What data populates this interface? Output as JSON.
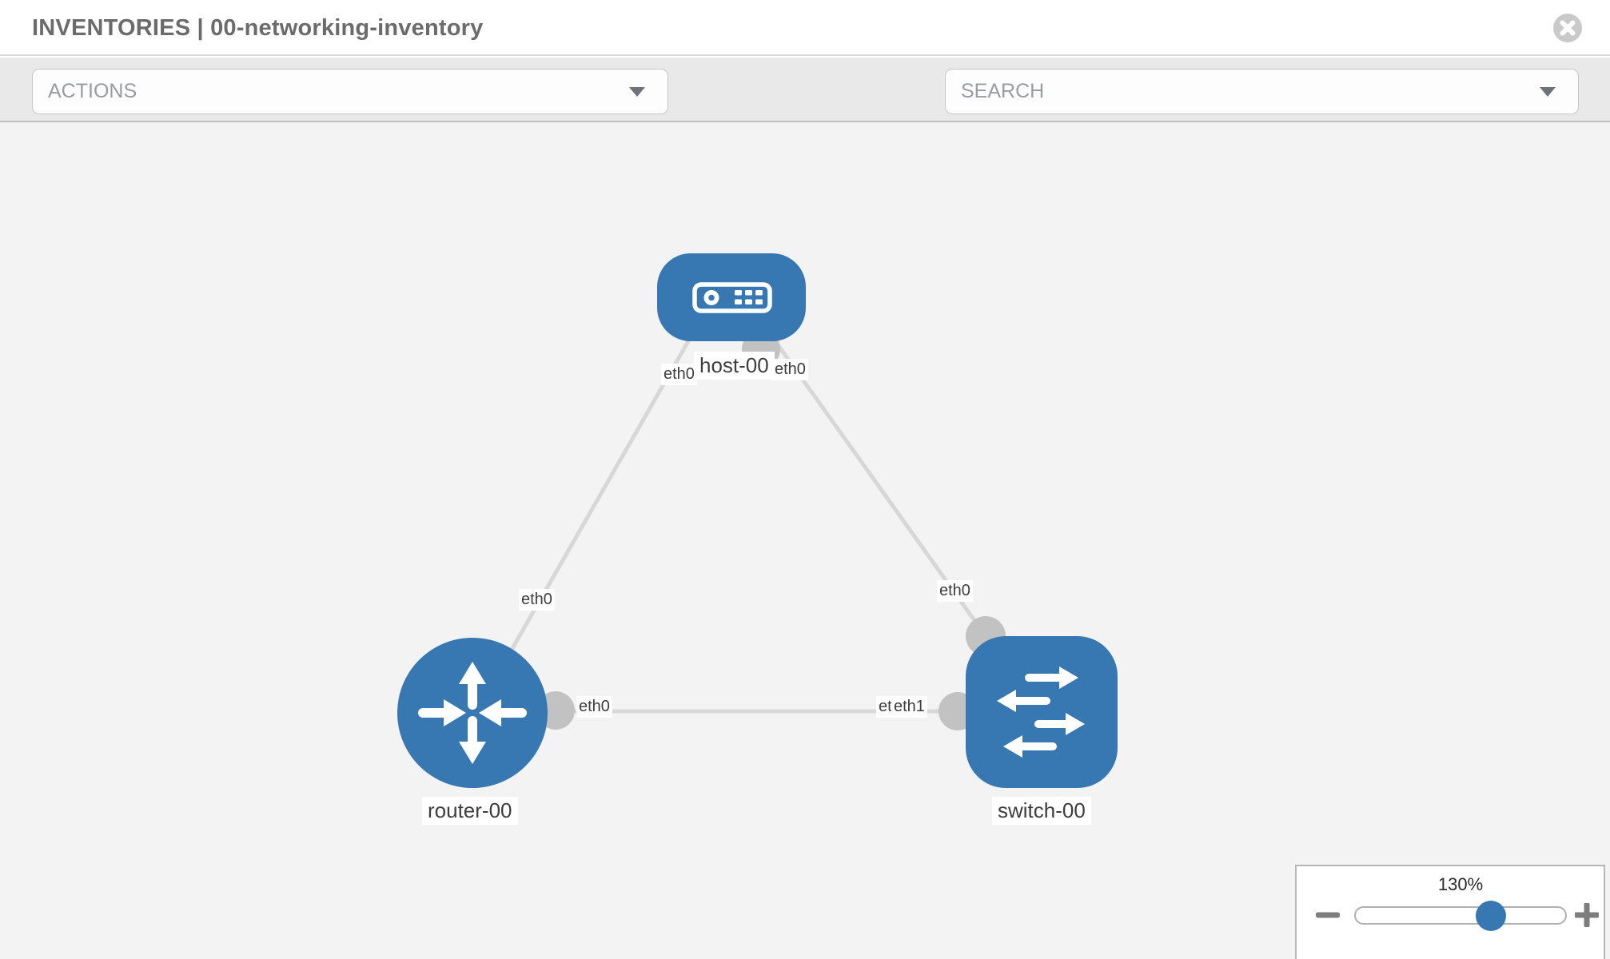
{
  "header": {
    "title": "INVENTORIES | 00-networking-inventory"
  },
  "toolbar": {
    "actions_label": "ACTIONS",
    "search_label": "SEARCH"
  },
  "topology": {
    "nodes": [
      {
        "id": "host-00",
        "type": "host",
        "label": "host-00"
      },
      {
        "id": "router-00",
        "type": "router",
        "label": "router-00"
      },
      {
        "id": "switch-00",
        "type": "switch",
        "label": "switch-00"
      }
    ],
    "links": [
      {
        "source": "host-00",
        "source_interface": "eth0",
        "target": "router-00",
        "target_interface": "eth0"
      },
      {
        "source": "host-00",
        "source_interface": "eth0",
        "target": "switch-00",
        "target_interface": "eth0"
      },
      {
        "source": "router-00",
        "source_interface": "eth0",
        "target": "switch-00",
        "target_interface": "eth1"
      }
    ],
    "port_labels": {
      "host_left": "eth0",
      "host_right": "eth0",
      "router_top": "eth0",
      "router_right": "eth0",
      "switch_top": "eth0",
      "switch_left_rear": "eth0",
      "switch_left_front": "eth1"
    }
  },
  "zoom_control": {
    "level": "130%"
  },
  "colors": {
    "node_fill": "#3778b2",
    "link_stroke": "#d7d7d7",
    "connector_fill": "#c2c2c2",
    "toolbar_bg": "#e9e9e9",
    "canvas_bg": "#f3f3f3",
    "icon_gray": "#7e8692"
  }
}
